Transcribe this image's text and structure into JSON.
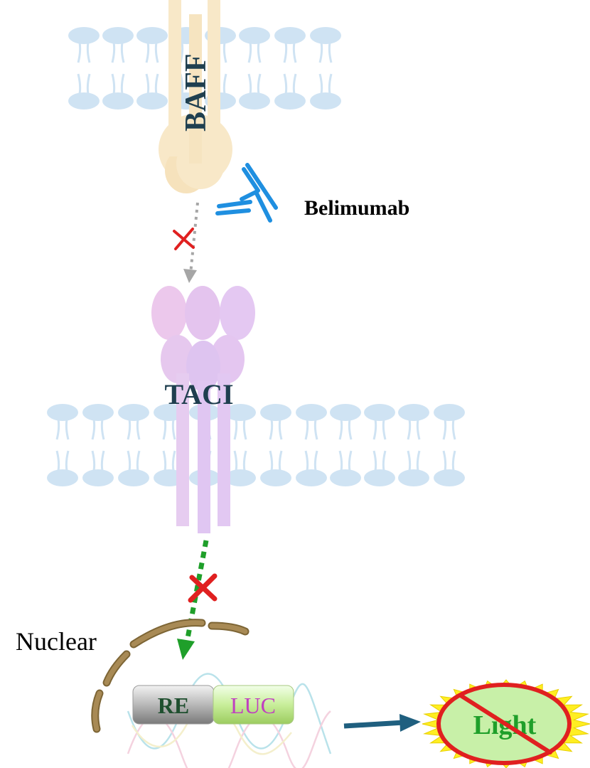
{
  "diagram": {
    "labels": {
      "baff": "BAFF",
      "belimumab": "Belimumab",
      "taci": "TACI",
      "nuclear": "Nuclear",
      "re": "RE",
      "luc": "LUC",
      "light": "Light"
    },
    "colors": {
      "membrane": "#cfe3f3",
      "baff": "#f8e8c8",
      "antibody": "#1f8fe0",
      "taci": "#e0c8f2",
      "blocked_mark": "#e02020",
      "signal_arrow": "#1f9f2a",
      "dotted_arrow_gray": "#a6a6a6",
      "nuclear_envelope": "#a88a55",
      "output_arrow": "#1f5f7f",
      "light_burst": "#ffee22",
      "light_text": "#1f9f2a",
      "re_text": "#1f4f2f",
      "luc_text": "#c040c0",
      "label_dark": "#1f3f4f"
    }
  }
}
